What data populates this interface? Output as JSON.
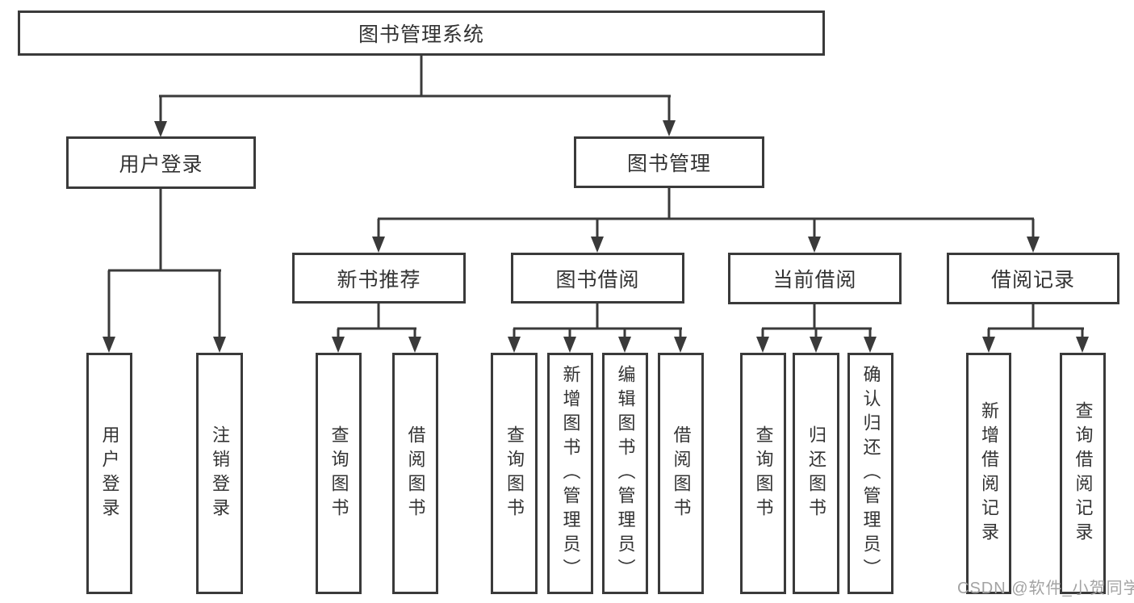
{
  "diagram": {
    "title": "图书管理系统",
    "branches": [
      {
        "label": "用户登录",
        "children": [
          {
            "label": "用户登录"
          },
          {
            "label": "注销登录"
          }
        ]
      },
      {
        "label": "图书管理",
        "children": [
          {
            "label": "新书推荐",
            "children": [
              {
                "label": "查询图书"
              },
              {
                "label": "借阅图书"
              }
            ]
          },
          {
            "label": "图书借阅",
            "children": [
              {
                "label": "查询图书"
              },
              {
                "label": "新增图书（管理员）"
              },
              {
                "label": "编辑图书（管理员）"
              },
              {
                "label": "借阅图书"
              }
            ]
          },
          {
            "label": "当前借阅",
            "children": [
              {
                "label": "查询图书"
              },
              {
                "label": "归还图书"
              },
              {
                "label": "确认归还（管理员）"
              }
            ]
          },
          {
            "label": "借阅记录",
            "children": [
              {
                "label": "新增借阅记录"
              },
              {
                "label": "查询借阅记录"
              }
            ]
          }
        ]
      }
    ]
  },
  "watermark": "CSDN @软件_小贺同学",
  "colors": {
    "line": "#3a3a3a",
    "text": "#333333",
    "watermark": "#a3a3a3",
    "background": "#ffffff"
  }
}
